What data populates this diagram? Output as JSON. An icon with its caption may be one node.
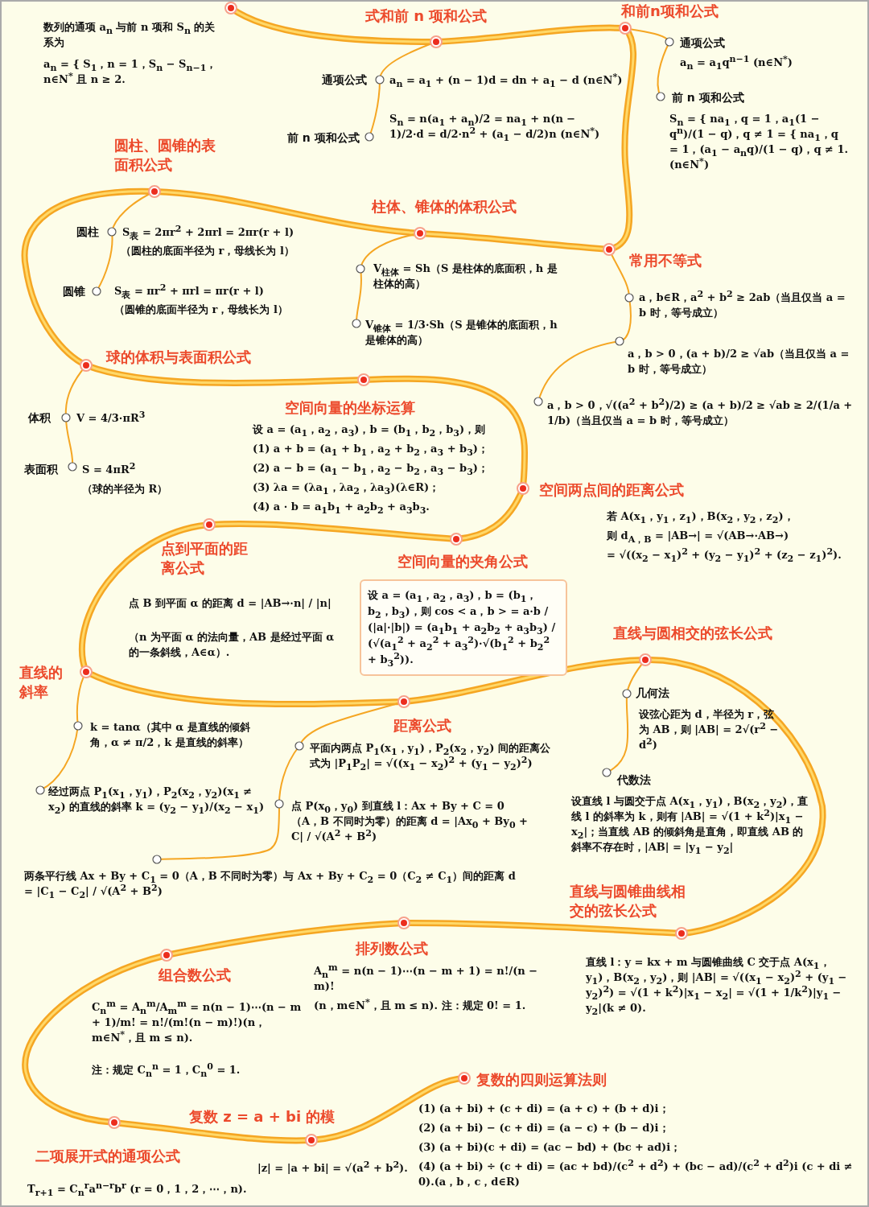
{
  "diagram": {
    "nodes": [
      {
        "text": [
          "设 a = (a$_{1}$，a$_{2}$，a$_{3}$)，b = (b$_{1}$，b$_{2}$，b$_{3}$)，则 cos < a，b > = a·b / (|a|·|b|) = (a$_{1}$b$_{1}$ + a$_{2}$b$_{2}$ + a$_{3}$b$_{3}$) / (√(a$_{1}$$^{2}$ + a$_{2}$$^{2}$ + a$_{3}$$^{2}$)·√(b$_{1}$$^{2}$ + b$_{2}$$^{2}$ + b$_{3}$$^{2}$))."
        ]
      }
    ],
    "labels": [
      "数列的通项 a$_{n}$ 与前 n 项和 S$_{n}$ 的关系为",
      "a$_{n}$ = { S$_{1}$，n = 1，S$_{n}$ − S$_{n−1}$，n∈N$^{*}$ 且 n ≥ 2.",
      "式和前 n 项和公式",
      "和前n项和公式",
      "通项公式",
      "a$_{n}$ = a$_{1}$ + (n − 1)d = dn + a$_{1}$ − d (n∈N$^{*}$)",
      "前 n 项和公式",
      "S$_{n}$ = n(a$_{1}$ + a$_{n}$)/2 = na$_{1}$ + n(n − 1)/2·d = d/2·n$^{2}$ + (a$_{1}$ − d/2)n (n∈N$^{*}$)",
      "通项公式",
      "a$_{n}$ = a$_{1}$q$^{n−1}$ (n∈N$^{*}$)",
      "前 n 项和公式",
      "S$_{n}$ = { na$_{1}$，q = 1，a$_{1}$(1 − q$^{n}$)/(1 − q)，q ≠ 1 = { na$_{1}$，q = 1，(a$_{1}$ − a$_{n}$q)/(1 − q)，q ≠ 1. (n∈N$^{*}$)",
      "圆柱、圆锥的表面积公式",
      "柱体、锥体的体积公式",
      "圆柱",
      "S$_{表}$ = 2πr$^{2}$ + 2πrl = 2πr(r + l)",
      "（圆柱的底面半径为 r，母线长为 l）",
      "圆锥",
      "S$_{表}$ = πr$^{2}$ + πrl = πr(r + l)",
      "（圆锥的底面半径为 r，母线长为 l）",
      "V$_{柱体}$ = Sh（S 是柱体的底面积，h 是柱体的高）",
      "V$_{锥体}$ = 1/3·Sh（S 是锥体的底面积，h 是锥体的高）",
      "常用不等式",
      "a，b∈R，a$^{2}$ + b$^{2}$ ≥ 2ab（当且仅当 a = b 时，等号成立）",
      "a，b > 0，(a + b)/2 ≥ √ab（当且仅当 a = b 时，等号成立）",
      "a，b > 0，√((a$^{2}$ + b$^{2}$)/2) ≥ (a + b)/2 ≥ √ab ≥ 2/(1/a + 1/b)（当且仅当 a = b 时，等号成立）",
      "球的体积与表面积公式",
      "空间向量的坐标运算",
      "体积",
      "V = 4/3·πR$^{3}$",
      "表面积",
      "S = 4πR$^{2}$",
      "（球的半径为 R）",
      "设 a = (a$_{1}$，a$_{2}$，a$_{3}$)，b = (b$_{1}$，b$_{2}$，b$_{3}$)，则",
      "(1) a + b = (a$_{1}$ + b$_{1}$，a$_{2}$ + b$_{2}$，a$_{3}$ + b$_{3}$)；",
      "(2) a − b = (a$_{1}$ − b$_{1}$，a$_{2}$ − b$_{2}$，a$_{3}$ − b$_{3}$)；",
      "(3) λa = (λa$_{1}$，λa$_{2}$，λa$_{3}$)(λ∈R)；",
      "(4) a · b = a$_{1}$b$_{1}$ + a$_{2}$b$_{2}$ + a$_{3}$b$_{3}$.",
      "空间两点间的距离公式",
      "若 A(x$_{1}$，y$_{1}$，z$_{1}$)，B(x$_{2}$，y$_{2}$，z$_{2}$)，",
      "则 d$_{A，B}$ = |AB→| = √(AB→·AB→)",
      "= √((x$_{2}$ − x$_{1}$)$^{2}$ + (y$_{2}$ − y$_{1}$)$^{2}$ + (z$_{2}$ − z$_{1}$)$^{2}$).",
      "点到平面的距离公式",
      "空间向量的夹角公式",
      "点 B 到平面 α 的距离 d = |AB→·n| / |n|",
      "（n 为平面 α 的法向量，AB 是经过平面 α 的一条斜线，A∈α）.",
      "直线与圆相交的弦长公式",
      "直线的斜率",
      "k = tanα（其中 α 是直线的倾斜角，α ≠ π/2，k 是直线的斜率）",
      "距离公式",
      "几何法",
      "设弦心距为 d，半径为 r，弦为 AB，则 |AB| = 2√(r$^{2}$ − d$^{2}$)",
      "平面内两点 P$_{1}$(x$_{1}$，y$_{1}$)，P$_{2}$(x$_{2}$，y$_{2}$) 间的距离公式为 |P$_{1}$P$_{2}$| = √((x$_{1}$ − x$_{2}$)$^{2}$ + (y$_{1}$ − y$_{2}$)$^{2}$)",
      "代数法",
      "经过两点 P$_{1}$(x$_{1}$，y$_{1}$)，P$_{2}$(x$_{2}$，y$_{2}$)(x$_{1}$ ≠ x$_{2}$) 的直线的斜率 k = (y$_{2}$ − y$_{1}$)/(x$_{2}$ − x$_{1}$)",
      "点 P(x$_{0}$，y$_{0}$) 到直线 l：Ax + By + C = 0（A，B 不同时为零）的距离 d = |Ax$_{0}$ + By$_{0}$ + C| / √(A$^{2}$ + B$^{2}$)",
      "设直线 l 与圆交于点 A(x$_{1}$，y$_{1}$)，B(x$_{2}$，y$_{2}$)，直线 l 的斜率为 k，则有 |AB| = √(1 + k$^{2}$)|x$_{1}$ − x$_{2}$|；当直线 AB 的倾斜角是直角，即直线 AB 的斜率不存在时，|AB| = |y$_{1}$ − y$_{2}$|",
      "两条平行线 Ax + By + C$_{1}$ = 0（A，B 不同时为零）与 Ax + By + C$_{2}$ = 0（C$_{2}$ ≠ C$_{1}$）间的距离 d = |C$_{1}$ − C$_{2}$| / √(A$^{2}$ + B$^{2}$)",
      "直线与圆锥曲线相交的弦长公式",
      "排列数公式",
      "组合数公式",
      "A$_{n}$$^{m}$ = n(n − 1)⋯(n − m + 1) = n!/(n − m)!",
      "(n，m∈N$^{*}$，且 m ≤ n). 注：规定 0! = 1.",
      "直线 l：y = kx + m 与圆锥曲线 C 交于点 A(x$_{1}$，y$_{1}$)，B(x$_{2}$，y$_{2}$)，则 |AB| = √((x$_{1}$ − x$_{2}$)$^{2}$ + (y$_{1}$ − y$_{2}$)$^{2}$) = √(1 + k$^{2}$)|x$_{1}$ − x$_{2}$| = √(1 + 1/k$^{2}$)|y$_{1}$ − y$_{2}$|(k ≠ 0).",
      "C$_{n}$$^{m}$ = A$_{n}$$^{m}$/A$_{m}$$^{m}$ = n(n − 1)⋯(n − m + 1)/m! = n!/(m!(n − m)!)(n，m∈N$^{*}$，且 m ≤ n).",
      "注：规定 C$_{n}$$^{n}$ = 1，C$_{n}$$^{0}$ = 1.",
      "复数的四则运算法则",
      "复数 z = a + bi 的模",
      "(1) (a + bi) + (c + di) = (a + c) + (b + d)i；",
      "(2) (a + bi) − (c + di) = (a − c) + (b − d)i；",
      "(3) (a + bi)(c + di) = (ac − bd) + (bc + ad)i；",
      "(4) (a + bi) ÷ (c + di) = (ac + bd)/(c$^{2}$ + d$^{2}$) + (bc − ad)/(c$^{2}$ + d$^{2}$)i (c + di ≠ 0).(a，b，c，d∈R)",
      "二项展开式的通项公式",
      "|z| = |a + bi| = √(a$^{2}$ + b$^{2}$).",
      "T$_{r+1}$ = C$_{n}$$^{r}$a$^{n−r}$b$^{r}$ (r = 0，1，2，⋯，n)."
    ]
  }
}
